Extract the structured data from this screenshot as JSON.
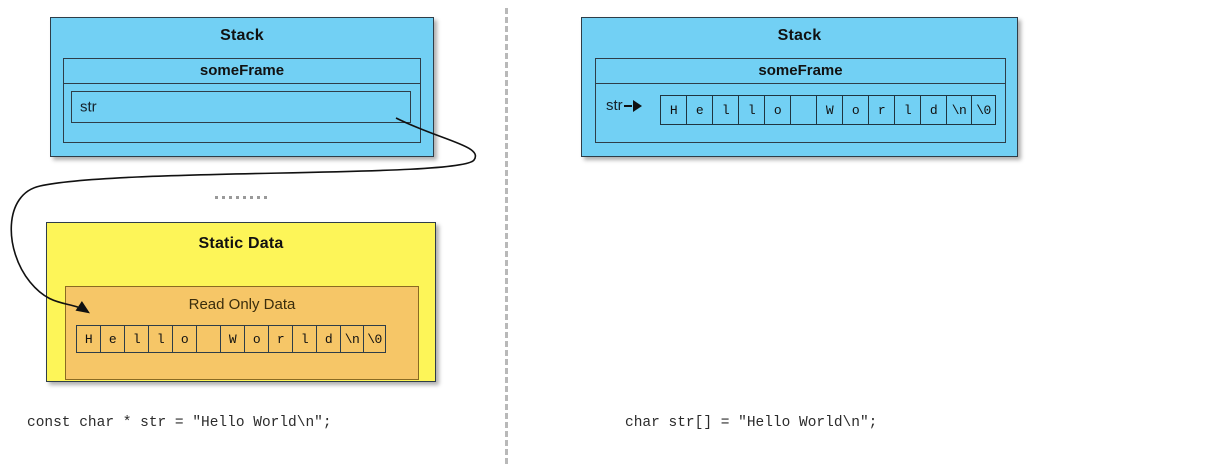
{
  "left_panel": {
    "stack": {
      "title": "Stack",
      "frame": {
        "title": "someFrame",
        "variable": "str"
      }
    },
    "ellipsis": "........",
    "static_data": {
      "title": "Static Data",
      "read_only": {
        "title": "Read Only Data",
        "cells": [
          "H",
          "e",
          "l",
          "l",
          "o",
          " ",
          "W",
          "o",
          "r",
          "l",
          "d",
          "\\n",
          "\\0"
        ]
      }
    },
    "caption": "const char * str = \"Hello World\\n\";"
  },
  "right_panel": {
    "stack": {
      "title": "Stack",
      "frame": {
        "title": "someFrame",
        "pointer_label": "str",
        "cells": [
          "H",
          "e",
          "l",
          "l",
          "o",
          " ",
          "W",
          "o",
          "r",
          "l",
          "d",
          "\\n",
          "\\0"
        ]
      }
    },
    "caption": "char str[] = \"Hello World\\n\";"
  },
  "colors": {
    "stack_fill": "#72d0f4",
    "static_fill": "#fdf558",
    "rodata_fill": "#f6c667",
    "outline": "#2e3d48",
    "divider": "#b9b9b9",
    "arrow": "#111111"
  },
  "icons": {
    "pointer_arrow": "right-triangle-arrow",
    "reference_arrow": "curved-pointer-arrow",
    "divider": "vertical-dashed-divider"
  }
}
